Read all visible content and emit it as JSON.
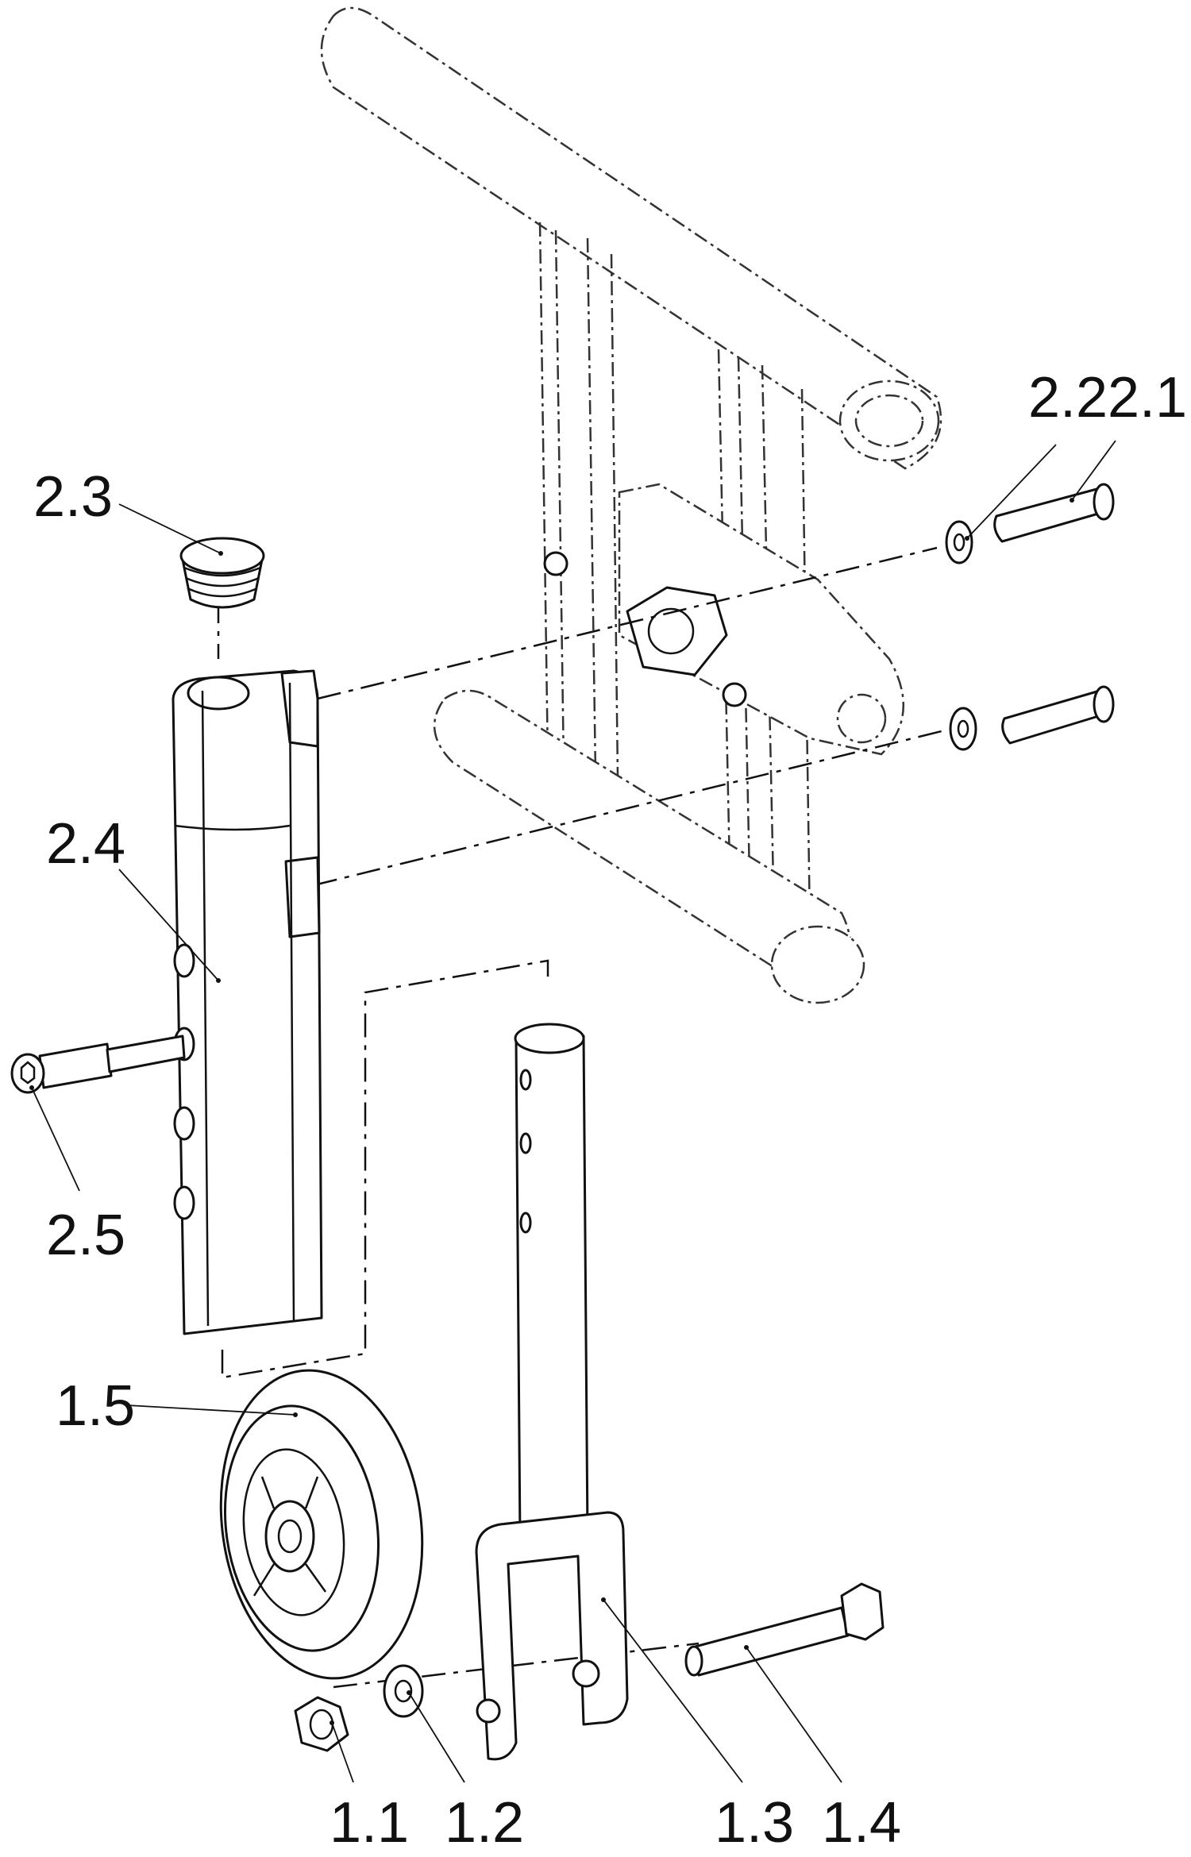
{
  "callouts": {
    "c_2_1": "2.1",
    "c_2_2": "2.2",
    "c_2_3": "2.3",
    "c_2_4": "2.4",
    "c_2_5": "2.5",
    "c_1_1": "1.1",
    "c_1_2": "1.2",
    "c_1_3": "1.3",
    "c_1_4": "1.4",
    "c_1_5": "1.5"
  }
}
